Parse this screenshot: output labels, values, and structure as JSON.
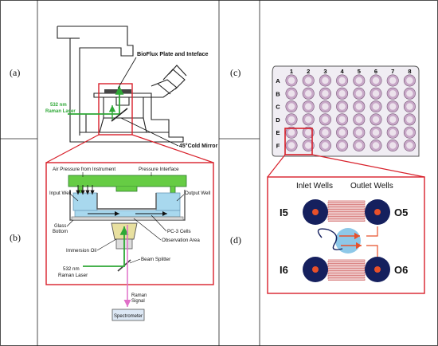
{
  "panels": {
    "a": {
      "label": "(a)",
      "bioflux_label": "BioFlux Plate and Inteface",
      "laser_label_line1": "532 nm",
      "laser_label_line2": "Raman Laser",
      "mirror_label": "45°Cold Mirror"
    },
    "b": {
      "label": "(b)",
      "air_pressure": "Air Pressure from Instrument",
      "pressure_interface": "Pressure Interface",
      "input_well": "Input Well",
      "output_well": "Output Well",
      "glass_line1": "Glass",
      "glass_line2": "Bottom",
      "pc3": "PC-3 Cells",
      "observation": "Observation Area",
      "immersion": "Immersion Oil",
      "beam_splitter": "Beam Splitter",
      "laser_line1": "532 nm",
      "laser_line2": "Raman Laser",
      "signal_line1": "Raman",
      "signal_line2": "Signal",
      "spectrometer": "Spectrometer"
    },
    "c": {
      "label": "(c)",
      "columns": [
        "1",
        "2",
        "3",
        "4",
        "5",
        "6",
        "7",
        "8"
      ],
      "rows": [
        "A",
        "B",
        "C",
        "D",
        "E",
        "F"
      ]
    },
    "d": {
      "label": "(d)",
      "inlet": "Inlet Wells",
      "outlet": "Outlet Wells",
      "i5": "I5",
      "o5": "O5",
      "i6": "I6",
      "o6": "O6"
    }
  },
  "colors": {
    "red": "#d8202a",
    "green": "#2ea836",
    "pink": "#e070c8",
    "navy": "#15205e",
    "plate_well": "#c8a8c8",
    "water": "#a8d8ee",
    "orange": "#e8502a"
  }
}
